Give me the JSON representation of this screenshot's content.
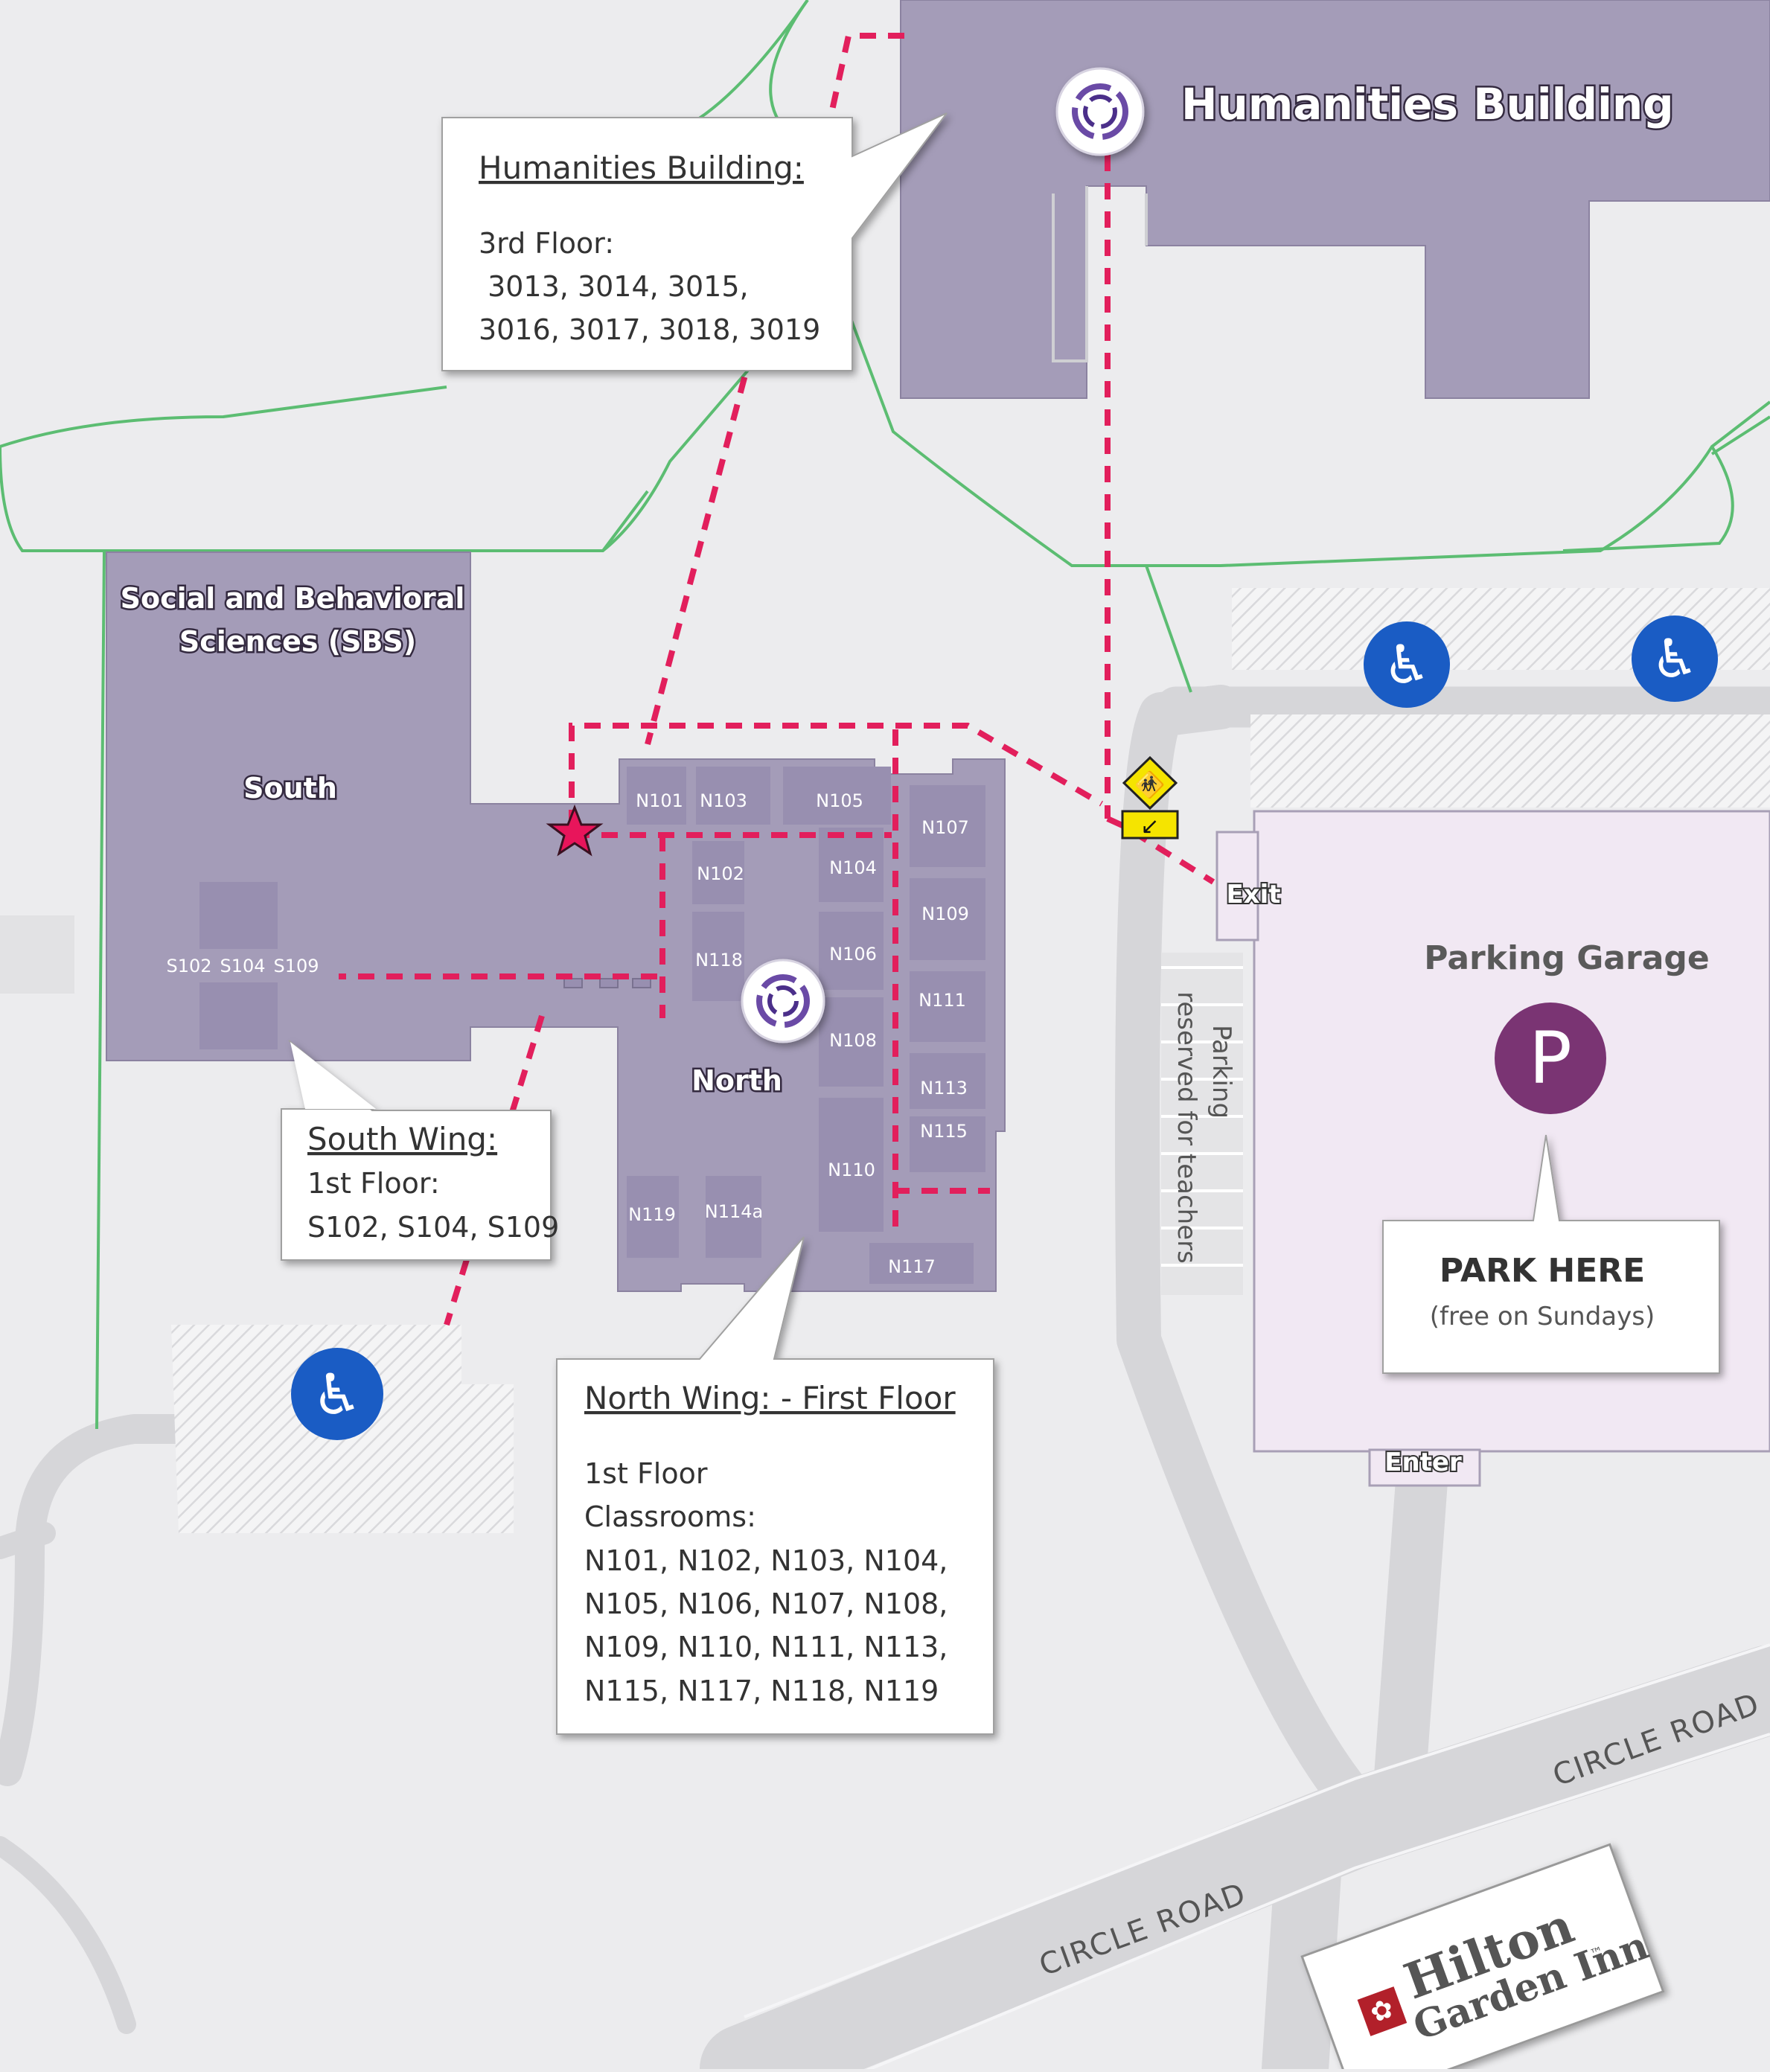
{
  "map": {
    "buildings": {
      "humanities": {
        "title": "Humanities Building"
      },
      "sbs": {
        "title_line1": "Social and Behavioral",
        "title_line2": "Sciences (SBS)"
      },
      "south_label": "South",
      "north_label": "North"
    },
    "rooms": {
      "north": [
        "N101",
        "N103",
        "N105",
        "N107",
        "N102",
        "N104",
        "N109",
        "N106",
        "N118",
        "N111",
        "N108",
        "N113",
        "N115",
        "N110",
        "N119",
        "N114a",
        "N117"
      ],
      "south": [
        "S102",
        "S104",
        "S109"
      ]
    },
    "callouts": {
      "humanities": {
        "title": "Humanities Building:",
        "line1": "3rd Floor:",
        "line2": " 3013, 3014, 3015,",
        "line3": "3016, 3017, 3018, 3019"
      },
      "south": {
        "title": "South Wing:",
        "line1": "1st Floor:",
        "line2": "S102, S104, S109"
      },
      "north": {
        "title": "North Wing: - First Floor",
        "line1": "1st Floor",
        "line2": "Classrooms:",
        "line3": "N101, N102, N103, N104,",
        "line4": "N105, N106, N107, N108,",
        "line5": "N109, N110, N111, N113,",
        "line6": "N115, N117, N118, N119"
      },
      "park": {
        "title": "PARK HERE",
        "subtitle": "(free on Sundays)"
      }
    },
    "parking_garage": {
      "title": "Parking Garage",
      "symbol": "P",
      "exit_label": "Exit",
      "enter_label": "Enter"
    },
    "reserved_parking": {
      "line1": "Parking",
      "line2": "reserved for teachers"
    },
    "roads": {
      "upper": "CIRCLE ROAD",
      "lower": "CIRCLE ROAD"
    },
    "hotel": {
      "line1": "Hilton",
      "line2": "Garden Inn",
      "trademark": "™"
    },
    "icons": [
      "college-logo-icon",
      "accessible-parking-icon",
      "pedestrian-crossing-sign-icon",
      "star-marker-icon"
    ],
    "colors": {
      "building": "#a49cb8",
      "building_dark": "#928aa9",
      "garage": "#f1e8f3",
      "route": "#e21f5c",
      "path": "#5cbd72",
      "accessible": "#1a5cc4",
      "parking_circle": "#7a3473",
      "star": "#e8155b"
    }
  }
}
